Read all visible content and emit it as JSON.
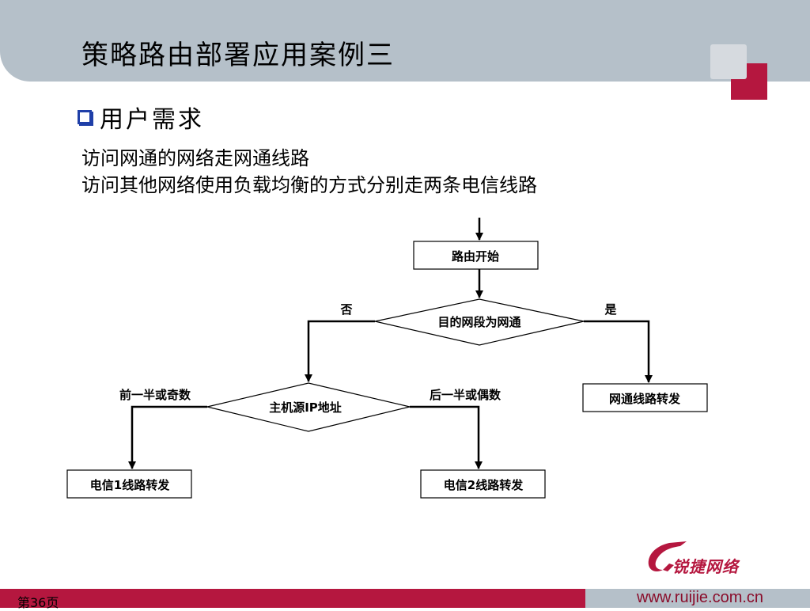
{
  "slide": {
    "title": "策略路由部署应用案例三",
    "section_label": "用户需求",
    "requirements": [
      "访问网通的网络走网通线路",
      "访问其他网络使用负载均衡的方式分别走两条电信线路"
    ],
    "page_number": "第36页",
    "url": "www.ruijie.com.cn",
    "logo_text": "锐捷网络"
  },
  "flowchart": {
    "start": "路由开始",
    "decision1": "目的网段为网通",
    "branch_no": "否",
    "branch_yes": "是",
    "result_netcom": "网通线路转发",
    "decision2": "主机源IP地址",
    "branch_first_half": "前一半或奇数",
    "branch_second_half": "后一半或偶数",
    "result_telecom1": "电信1线路转发",
    "result_telecom2": "电信2线路转发"
  },
  "colors": {
    "header": "#b5c0c9",
    "accent": "#b5173f",
    "checkbox": "#1f3fa8"
  }
}
